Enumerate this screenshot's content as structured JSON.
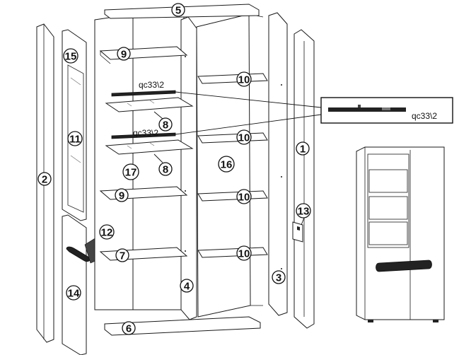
{
  "callouts": {
    "p1": "1",
    "p2": "2",
    "p3": "3",
    "p4": "4",
    "p5": "5",
    "p6": "6",
    "p7": "7",
    "p8a": "8",
    "p8b": "8",
    "p9a": "9",
    "p9b": "9",
    "p10a": "10",
    "p10b": "10",
    "p10c": "10",
    "p10d": "10",
    "p11": "11",
    "p12": "12",
    "p13": "13",
    "p14": "14",
    "p15": "15",
    "p16": "16",
    "p17": "17"
  },
  "hardware_code": {
    "upper": "qc33\\2",
    "lower": "qc33\\2",
    "detail": "qc33\\2"
  }
}
